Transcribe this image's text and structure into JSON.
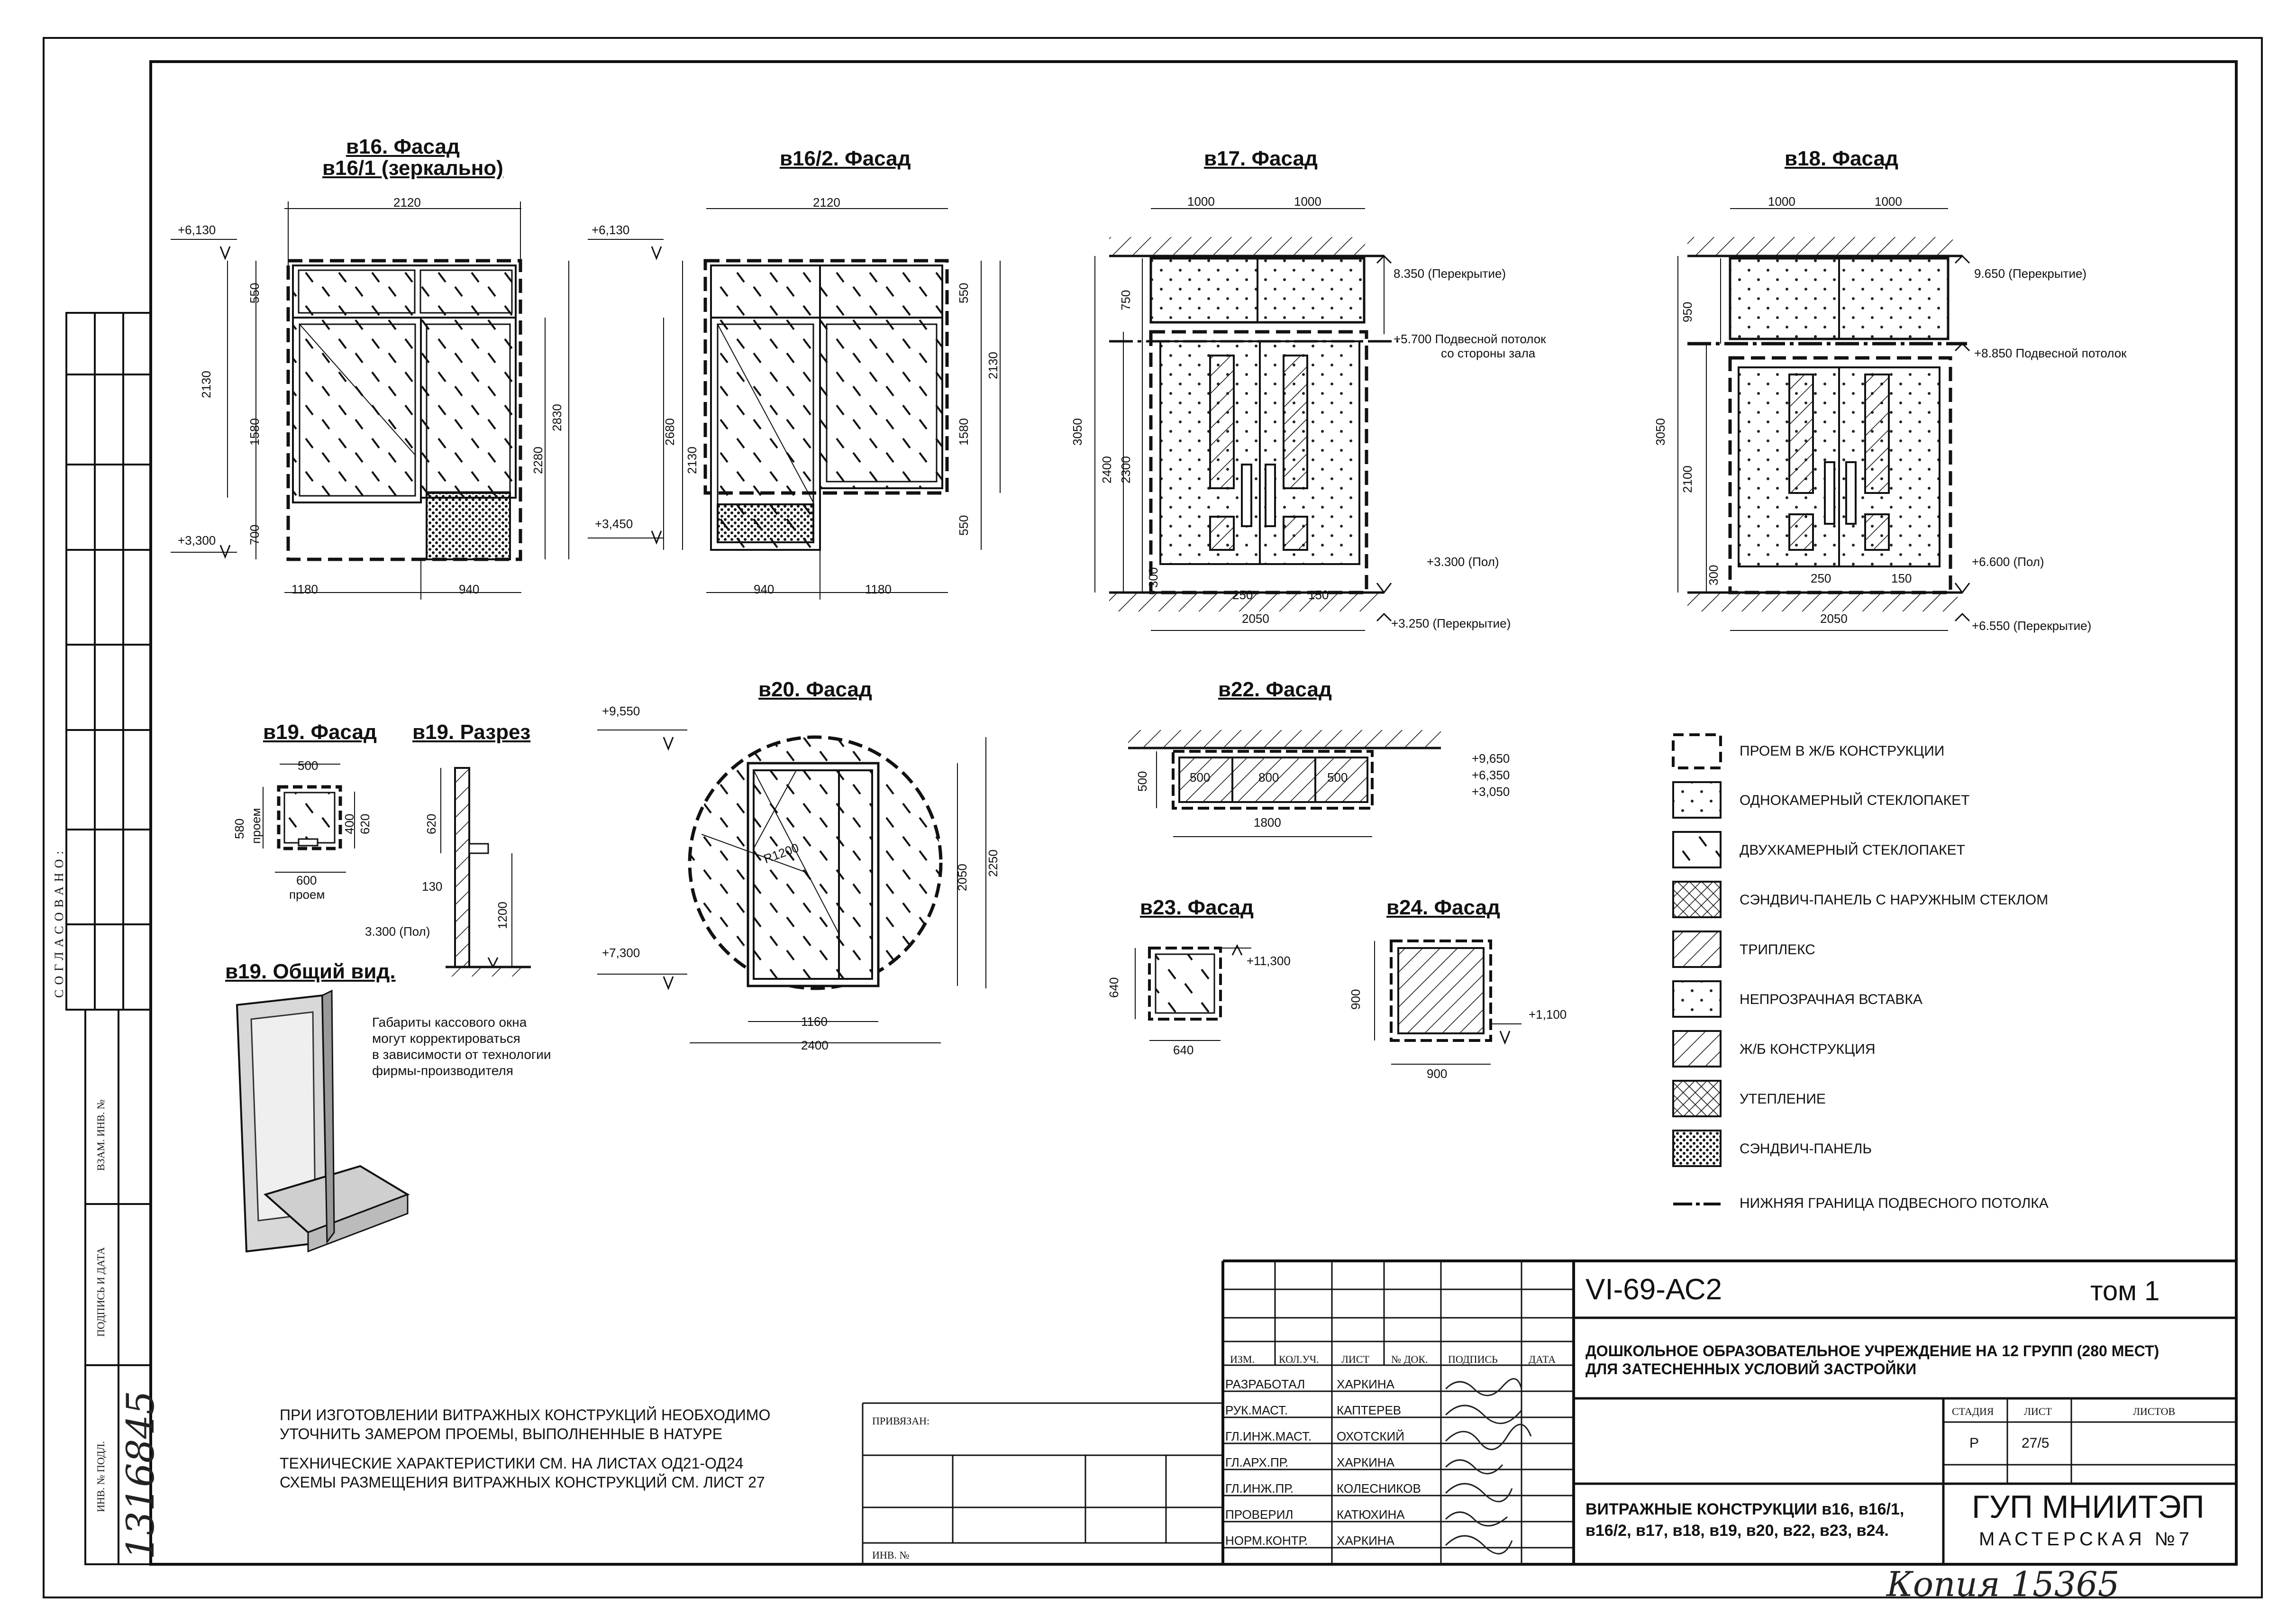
{
  "drawing": {
    "titles": {
      "v16": "в16. Фасад",
      "v16_1": "в16/1 (зеркально)",
      "v16_2": "в16/2. Фасад",
      "v17": "в17. Фасад",
      "v18": "в18. Фасад",
      "v19_facade": "в19. Фасад",
      "v19_section": "в19. Разрез",
      "v19_view": "в19. Общий вид.",
      "v20": "в20. Фасад",
      "v22": "в22. Фасад",
      "v23": "в23. Фасад",
      "v24": "в24. Фасад"
    },
    "v16": {
      "width": "2120",
      "top_h": "550",
      "total_h": "2130",
      "window_h": "1580",
      "bottom_h": "700",
      "right_h": "2280",
      "right_total": "2830",
      "left_w": "1180",
      "right_w": "940",
      "mark_top": "+6,130",
      "mark_bottom": "+3,300"
    },
    "v16_2": {
      "width": "2120",
      "top_h": "550",
      "total_h": "2130",
      "window_h": "1580",
      "bottom_h": "550",
      "left_total": "2680",
      "left_h": "2130",
      "left_w": "940",
      "right_w": "1180",
      "mark_top": "+6,130",
      "mark_bottom": "+3,450"
    },
    "v17": {
      "w1": "1000",
      "w2": "1000",
      "h_top": "750",
      "h_total": "3050",
      "h_door_total": "2400",
      "h_door": "2300",
      "h_bottom": "300",
      "d1": "250",
      "d2": "150",
      "width": "2050",
      "m1": "8.350 (Перекрытие)",
      "m2": "+5.700  Подвесной потолок",
      "m2b": "со стороны зала",
      "m3": "+3.300 (Пол)",
      "m4": "+3.250 (Перекрытие)"
    },
    "v18": {
      "w1": "1000",
      "w2": "1000",
      "h_top": "950",
      "h_total": "3050",
      "h_door": "2100",
      "h_bottom": "300",
      "d1": "250",
      "d2": "150",
      "width": "2050",
      "m1": "9.650 (Перекрытие)",
      "m2": "+8.850  Подвесной потолок",
      "m3": "+6.600 (Пол)",
      "m4": "+6.550 (Перекрытие)"
    },
    "v19": {
      "w_top": "500",
      "h_left": "580",
      "proem_left": "проем",
      "h_in": "400",
      "h_out": "620",
      "w_bottom": "600",
      "proem_bottom": "проем",
      "s_h1": "620",
      "s_d": "130",
      "s_h2": "1200",
      "s_floor": "3.300 (Пол)",
      "note1": "Габариты кассового окна",
      "note2": "могут корректироваться",
      "note3": "в зависимости от технологии",
      "note4": "фирмы-производителя"
    },
    "v20": {
      "mark_top": "+9,550",
      "mark_bottom": "+7,300",
      "radius": "R1200",
      "h_inner": "2050",
      "h_outer": "2250",
      "w_inner": "1160",
      "w_outer": "2400"
    },
    "v22": {
      "h": "500",
      "p1": "500",
      "p2": "800",
      "p3": "500",
      "width": "1800",
      "m1": "+9,650",
      "m2": "+6,350",
      "m3": "+3,050"
    },
    "v23": {
      "h": "640",
      "w": "640",
      "mark": "+11,300"
    },
    "v24": {
      "h": "900",
      "w": "900",
      "mark": "+1,100"
    },
    "legend": [
      "ПРОЕМ В Ж/Б КОНСТРУКЦИИ",
      "ОДНОКАМЕРНЫЙ СТЕКЛОПАКЕТ",
      "ДВУХКАМЕРНЫЙ СТЕКЛОПАКЕТ",
      "СЭНДВИЧ-ПАНЕЛЬ С НАРУЖНЫМ СТЕКЛОМ",
      "ТРИПЛЕКС",
      "НЕПРОЗРАЧНАЯ ВСТАВКА",
      "Ж/Б КОНСТРУКЦИЯ",
      "УТЕПЛЕНИЕ",
      "СЭНДВИЧ-ПАНЕЛЬ",
      "НИЖНЯЯ ГРАНИЦА ПОДВЕСНОГО ПОТОЛКА"
    ],
    "notes": {
      "n1": "ПРИ ИЗГОТОВЛЕНИИ ВИТРАЖНЫХ КОНСТРУКЦИЙ НЕОБХОДИМО",
      "n2": "УТОЧНИТЬ ЗАМЕРОМ ПРОЕМЫ, ВЫПОЛНЕННЫЕ В НАТУРЕ",
      "n3": "ТЕХНИЧЕСКИЕ ХАРАКТЕРИСТИКИ СМ. НА ЛИСТАХ ОД21-ОД24",
      "n4": "СХЕМЫ РАЗМЕЩЕНИЯ ВИТРАЖНЫХ КОНСТРУКЦИЙ СМ. ЛИСТ 27"
    }
  },
  "side": {
    "agreed": "СОГЛАСОВАНО:",
    "vzam": "ВЗАМ. ИНВ. №",
    "podpis": "ПОДПИСЬ И ДАТА",
    "inv": "ИНВ. № ПОДЛ.",
    "inv_hand": "1316845"
  },
  "titleblock": {
    "code": "VI-69-АС2",
    "volume": "том 1",
    "project1": "ДОШКОЛЬНОЕ ОБРАЗОВАТЕЛЬНОЕ УЧРЕЖДЕНИЕ НА 12 ГРУПП (280 МЕСТ)",
    "project2": "ДЛЯ ЗАТЕСНЕННЫХ УСЛОВИЙ ЗАСТРОЙКИ",
    "headers": [
      "ИЗМ.",
      "КОЛ.УЧ.",
      "ЛИСТ",
      "№ ДОК.",
      "ПОДПИСЬ",
      "ДАТА"
    ],
    "roles": [
      {
        "role": "РАЗРАБОТАЛ",
        "name": "ХАРКИНА"
      },
      {
        "role": "РУК.МАСТ.",
        "name": "КАПТЕРЕВ"
      },
      {
        "role": "ГЛ.ИНЖ.МАСТ.",
        "name": "ОХОТСКИЙ"
      },
      {
        "role": "ГЛ.АРХ.ПР.",
        "name": "ХАРКИНА"
      },
      {
        "role": "ГЛ.ИНЖ.ПР.",
        "name": "КОЛЕСНИКОВ"
      },
      {
        "role": "ПРОВЕРИЛ",
        "name": "КАТЮХИНА"
      },
      {
        "role": "НОРМ.КОНТР.",
        "name": "ХАРКИНА"
      }
    ],
    "privyazan": "ПРИВЯЗАН:",
    "inv_no": "ИНВ. №",
    "stage_h": "СТАДИЯ",
    "sheet_h": "ЛИСТ",
    "sheets_h": "ЛИСТОВ",
    "stage": "Р",
    "sheet": "27/5",
    "sheets": "",
    "subject1": "ВИТРАЖНЫЕ КОНСТРУКЦИИ в16, в16/1,",
    "subject2": "в16/2, в17, в18, в19, в20, в22, в23, в24.",
    "org1": "ГУП МНИИТЭП",
    "org2": "МАСТЕРСКАЯ  №7",
    "copy": "Копия 15365"
  }
}
